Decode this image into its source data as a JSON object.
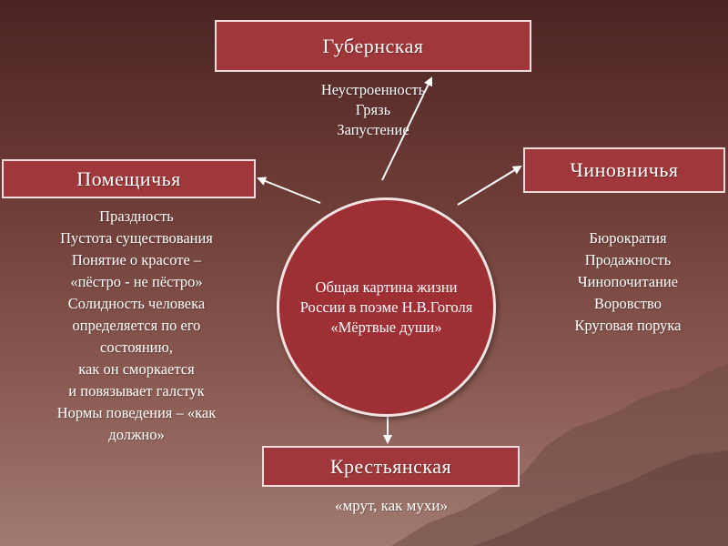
{
  "diagram": {
    "center": {
      "lines": [
        "Общая картина жизни",
        "России в поэме Н.В.Гоголя",
        "«Мёртвые души»"
      ]
    },
    "nodes": {
      "top": {
        "title": "Губернская",
        "items": [
          "Неустроенность",
          "Грязь",
          "Запустение"
        ]
      },
      "left": {
        "title": "Помещичья",
        "items": [
          "Праздность",
          "Пустота существования",
          "Понятие о красоте –",
          "«пёстро - не пёстро»",
          "Солидность человека",
          "определяется по его",
          "состоянию,",
          "как он сморкается",
          "и повязывает галстук",
          "Нормы поведения – «как",
          "должно»"
        ]
      },
      "right": {
        "title": "Чиновничья",
        "items": [
          "Бюрократия",
          "Продажность",
          "Чинопочитание",
          "Воровство",
          "Круговая порука"
        ]
      },
      "bottom": {
        "title": "Крестьянская",
        "items": [
          "«мрут, как мухи»"
        ]
      }
    },
    "colors": {
      "box_fill": "#a0383b",
      "circle_fill": "#9e2f35",
      "border": "#f0dcdc",
      "text": "#ffffff"
    }
  }
}
